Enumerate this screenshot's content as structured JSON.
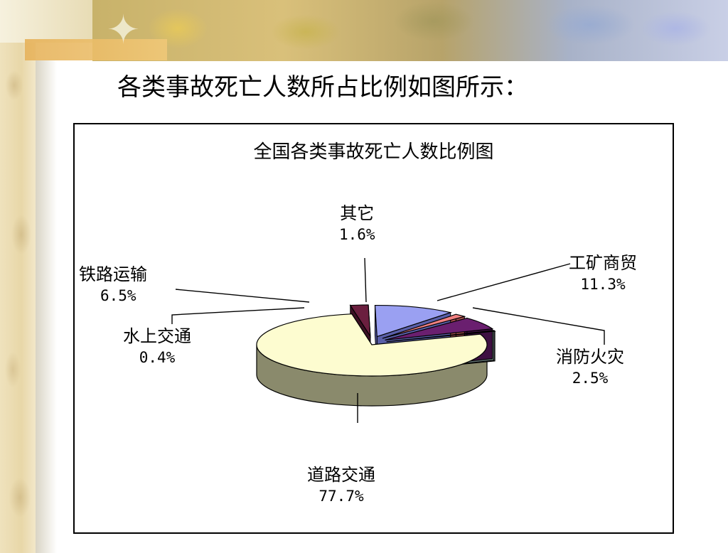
{
  "slide": {
    "heading": "各类事故死亡人数所占比例如图所示："
  },
  "chart_data": {
    "type": "pie",
    "title": "全国各类事故死亡人数比例图",
    "categories": [
      "道路交通",
      "水上交通",
      "铁路运输",
      "其它",
      "工矿商贸",
      "消防火灾"
    ],
    "values": [
      77.7,
      0.4,
      6.5,
      1.6,
      11.3,
      2.5
    ],
    "value_labels": [
      "77.7%",
      "0.4%",
      "6.5%",
      "1.6%",
      "11.3%",
      "2.5%"
    ],
    "colors": [
      "#fdfcd0",
      "#8fa3a3",
      "#6a1f6f",
      "#f08080",
      "#9aa0f2",
      "#6b1f3f"
    ],
    "side_colors": [
      "#8a8a6c",
      "#5f6e6e",
      "#3e1042",
      "#a84e4e",
      "#5a5fa8",
      "#3c1024"
    ],
    "three_d": true,
    "legend": "none"
  }
}
